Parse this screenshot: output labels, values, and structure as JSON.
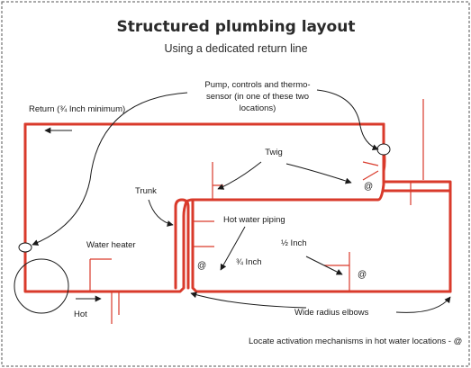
{
  "title": "Structured plumbing layout",
  "subtitle": "Using a dedicated return line",
  "labels": {
    "pump_line1": "Pump, controls and thermo-",
    "pump_line2": "sensor (in one of these two",
    "pump_line3": "locations)",
    "return": "Return (¾ Inch minimum)",
    "twig": "Twig",
    "trunk": "Trunk",
    "hot_water_piping": "Hot water piping",
    "half_inch": "½ Inch",
    "three_quarter_inch": "¾ Inch",
    "water_heater": "Water heater",
    "hot": "Hot",
    "wide_radius_elbows": "Wide radius elbows",
    "footer": "Locate activation mechanisms in hot water locations - @",
    "at1": "@",
    "at2": "@",
    "at3": "@"
  },
  "colors": {
    "pipe": "#d93a2b",
    "text": "#1a1a1a"
  }
}
